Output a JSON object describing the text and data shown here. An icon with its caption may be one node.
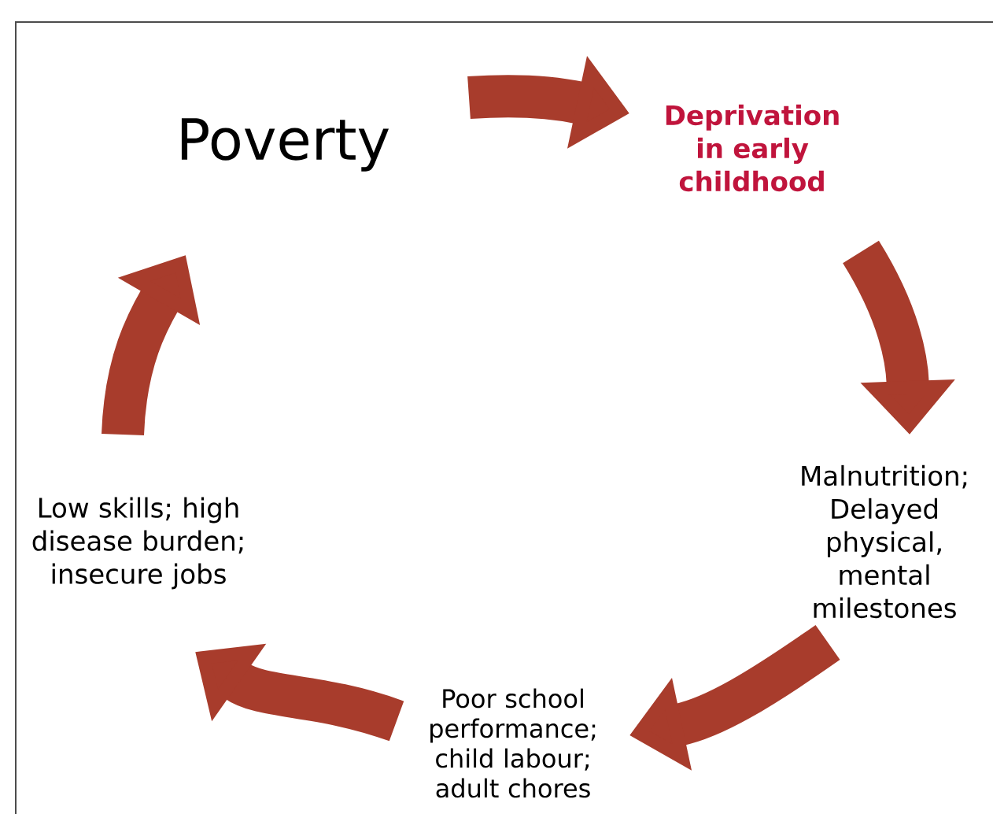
{
  "diagram": {
    "nodes": [
      {
        "text": [
          "Poverty"
        ]
      },
      {
        "text": [
          "Deprivation in early childhood"
        ]
      },
      {
        "text": [
          "Malnutrition; Delayed physical, mental milestones"
        ]
      },
      {
        "text": [
          "Poor school performance; child labour; adult chores"
        ]
      },
      {
        "text": [
          "Low skills; high disease burden; insecure jobs"
        ]
      }
    ],
    "edges": [
      {
        "from": 0,
        "to": 1,
        "arrow": "to"
      },
      {
        "from": 1,
        "to": 2,
        "arrow": "to"
      },
      {
        "from": 2,
        "to": 3,
        "arrow": "to"
      },
      {
        "from": 3,
        "to": 4,
        "arrow": "to"
      },
      {
        "from": 4,
        "to": 0,
        "arrow": "to"
      }
    ]
  }
}
